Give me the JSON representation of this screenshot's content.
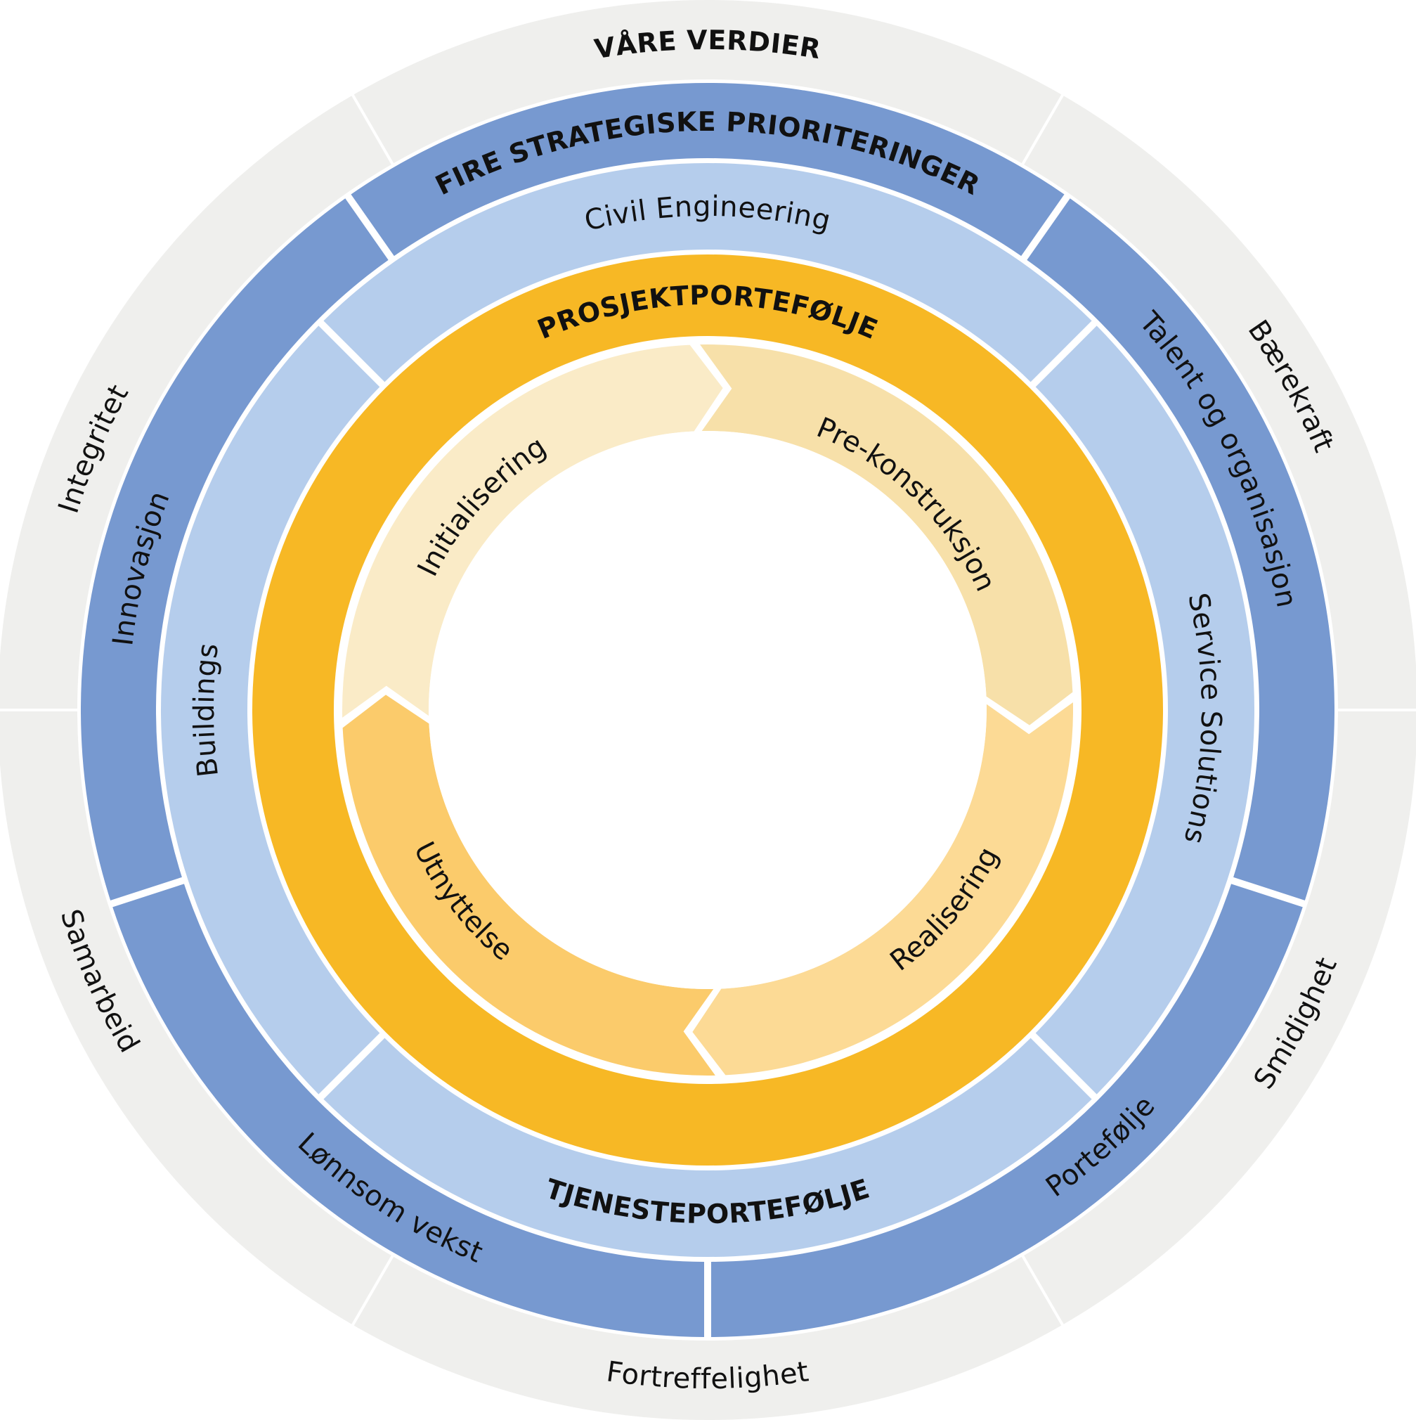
{
  "colors": {
    "values_ring": "#EFEFED",
    "priorities_ring": "#7799D0",
    "portfolio_ring": "#B5CDEC",
    "project_ring": "#F7B825",
    "cycle_initialisering": "#FAEBC7",
    "cycle_prekonstruksjon": "#F7E0A9",
    "cycle_realisering": "#FCDA95",
    "cycle_utnyttelse": "#FBCB6B",
    "separator": "#FFFFFF",
    "text": "#111111"
  },
  "values_ring": {
    "title": "VÅRE VERDIER",
    "items": [
      "Bærekraft",
      "Smidighet",
      "Fortreffelighet",
      "Samarbeid",
      "Integritet"
    ]
  },
  "priorities_ring": {
    "title": "FIRE STRATEGISKE PRIORITERINGER",
    "items": [
      "Talent og organisasjon",
      "Portefølje",
      "Lønnsom vekst",
      "Innovasjon"
    ]
  },
  "portfolio_ring": {
    "items": [
      "Civil Engineering",
      "Service Solutions",
      "TJENESTEPORTEFØLJE",
      "Buildings"
    ]
  },
  "project_ring": {
    "title": "PROSJEKTPORTEFØLJE"
  },
  "cycle": {
    "phases": [
      "Initialisering",
      "Pre-konstruksjon",
      "Realisering",
      "Utnyttelse"
    ]
  }
}
